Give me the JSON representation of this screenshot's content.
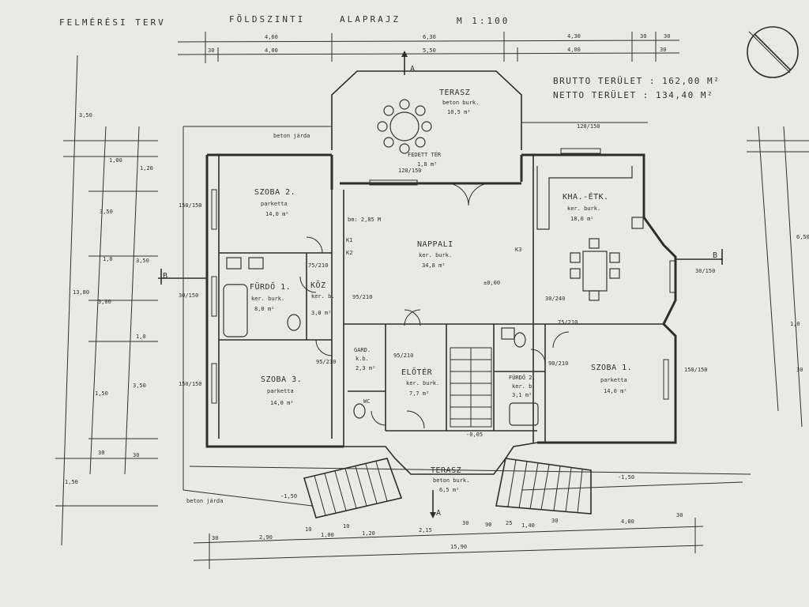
{
  "title": {
    "survey": "FELMÉRÉSI TERV",
    "floor": "FÖLDSZINTI",
    "plan": "ALAPRAJZ",
    "scale": "M 1:100"
  },
  "areas": {
    "brutto": "BRUTTO TERÜLET : 162,00 M²",
    "netto": "NETTO TERÜLET : 134,40 M²"
  },
  "rooms": {
    "terasz_top": {
      "name": "TERASZ",
      "floor": "beton burk.",
      "size": "10,5 m²"
    },
    "fedett_ter": {
      "name": "FEDETT TÉR",
      "size": "1,8 m²"
    },
    "szoba2": {
      "name": "SZOBA 2.",
      "floor": "parketta",
      "size": "14,0 m²"
    },
    "nappali": {
      "name": "NAPPALI",
      "floor": "ker. burk.",
      "size": "34,8 m²"
    },
    "kha_etk": {
      "name": "KHA.-ÉTK.",
      "floor": "ker. burk.",
      "size": "18,0 m²"
    },
    "furdo1": {
      "name": "FÜRDŐ 1.",
      "floor": "ker. burk.",
      "size": "8,0 m²"
    },
    "koz": {
      "name": "KÖZ",
      "floor": "ker. b.",
      "size": "3,0 m²"
    },
    "gard": {
      "name": "GARD.",
      "floor": "k.b.",
      "size": "2,3 m²"
    },
    "eloter": {
      "name": "ELŐTÉR",
      "floor": "ker. burk.",
      "size": "7,7 m²"
    },
    "furdo2": {
      "name": "FÜRDŐ 2.",
      "floor": "ker. b.",
      "size": "3,1 m²"
    },
    "szoba1": {
      "name": "SZOBA 1.",
      "floor": "parketta",
      "size": "14,0 m²"
    },
    "szoba3": {
      "name": "SZOBA 3.",
      "floor": "parketta",
      "size": "14,0 m²"
    },
    "wc": {
      "name": "WC"
    },
    "terasz_bottom": {
      "name": "TERASZ",
      "floor": "beton burk.",
      "size": "6,5 m²"
    }
  },
  "notes": {
    "beton_jarda_top": "beton járda",
    "beton_jarda_bottom": "beton járda",
    "bm": "bm: 2,85 M"
  },
  "section_markers": {
    "a_top": "A",
    "a_bottom": "A",
    "b_left": "B",
    "b_right": "B"
  },
  "levels": {
    "nappali": "±0,00",
    "eloter": "-0,05",
    "left": "-1,50",
    "right": "-1,50"
  },
  "dimensions": {
    "top_row1": [
      "4,60",
      "6,30",
      "4,30",
      "30",
      "30"
    ],
    "top_row2": [
      "30",
      "4,00",
      "5,50",
      "4,00",
      "30"
    ],
    "bottom_row1": [
      "30",
      "2,90",
      "10",
      "1,00",
      "10",
      "1,20",
      "2,15",
      "30",
      "90",
      "25",
      "1,40",
      "30",
      "4,00",
      "30"
    ],
    "bottom_total": "15,90",
    "left_col": [
      "3,50",
      "1,00",
      "13,80",
      "3,50",
      "3,50",
      "1,50",
      "3,50",
      "1,20",
      "3,00",
      "1,0",
      "1,0",
      "30",
      "30",
      "1,50"
    ],
    "right_col": [
      "6,50",
      "1,0",
      "30"
    ]
  },
  "openings": [
    "30/150",
    "150/150",
    "150/150",
    "30/150",
    "150/150",
    "120/150",
    "120/150",
    "30/240",
    "95/210",
    "95/210",
    "75/210",
    "75/210",
    "95/210",
    "90/210"
  ],
  "chimneys": [
    "K1",
    "K2",
    "K3"
  ]
}
